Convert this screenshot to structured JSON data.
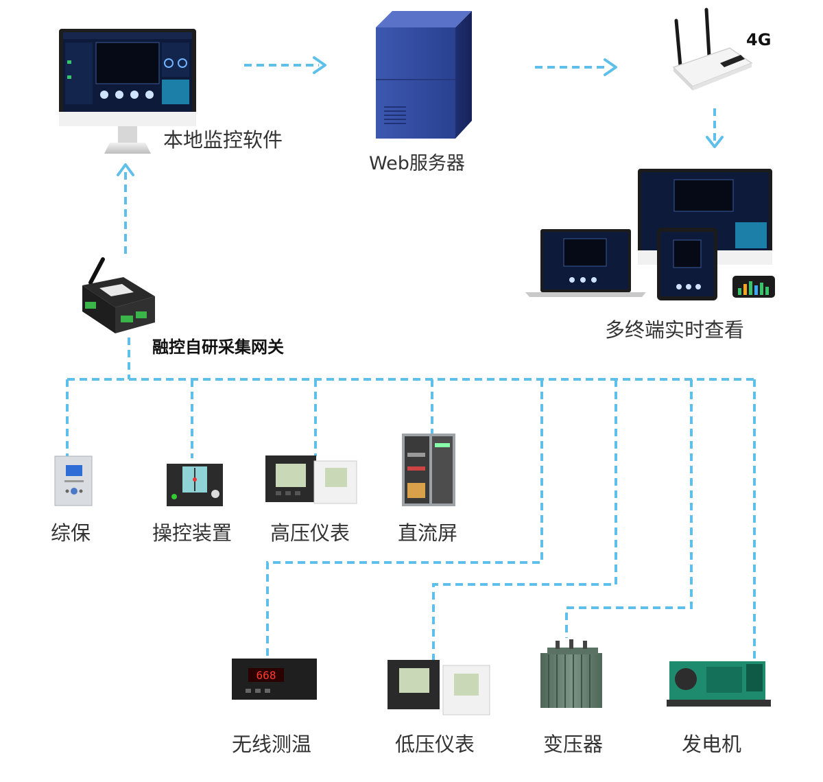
{
  "top": {
    "local_software": "本地监控软件",
    "web_server": "Web服务器",
    "router_4g": "4G",
    "multi_terminal": "多终端实时查看"
  },
  "gateway": {
    "label": "融控自研采集网关"
  },
  "devices_row1": [
    "综保",
    "操控装置",
    "高压仪表",
    "直流屏"
  ],
  "devices_row2": [
    "无线测温",
    "低压仪表",
    "变压器",
    "发电机"
  ],
  "colors": {
    "dashed_link": "#5ec0ea",
    "server_blue": "#2f4a9c",
    "screen_dark": "#0d1a3a",
    "transformer": "#5f7a6a",
    "generator": "#1e8a6e"
  }
}
